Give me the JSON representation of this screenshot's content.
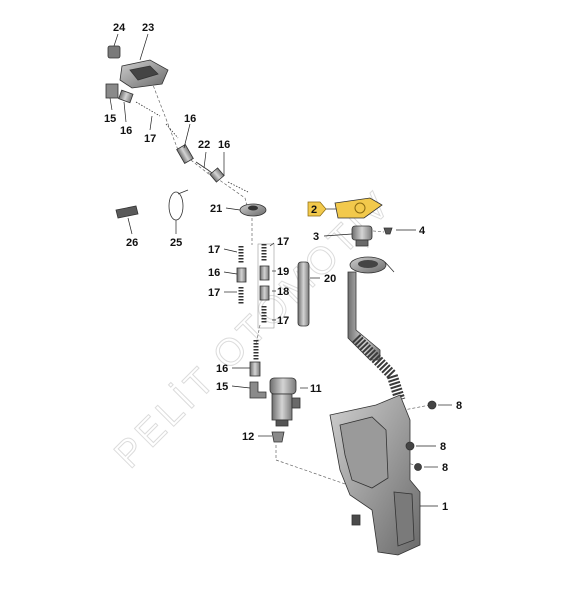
{
  "watermark": "PELİT OTOMOTİV",
  "callouts": {
    "c24": "24",
    "c23": "23",
    "c15a": "15",
    "c16a": "16",
    "c17a": "17",
    "c16b": "16",
    "c22": "22",
    "c16c": "16",
    "c21": "21",
    "c26": "26",
    "c25": "25",
    "c2": "2",
    "c3": "3",
    "c4": "4",
    "c17b": "17",
    "c17c": "17",
    "c16d": "16",
    "c19": "19",
    "c20": "20",
    "c17d": "17",
    "c18": "18",
    "c17e": "17",
    "c16e": "16",
    "c15b": "15",
    "c11": "11",
    "c12": "12",
    "c8a": "8",
    "c8b": "8",
    "c8c": "8",
    "c1": "1"
  },
  "colors": {
    "highlight": "#f2c94c",
    "part_gray": "#9a9a9a",
    "part_dark": "#5a5a5a"
  }
}
